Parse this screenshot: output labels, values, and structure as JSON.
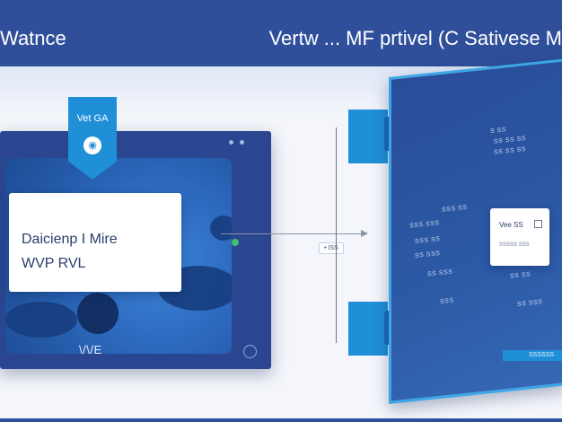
{
  "header": {
    "left_title": "Watnce",
    "right_title": "Vertw ... MF prtivel (C Sativese M"
  },
  "left_window": {
    "tag_label": "Vet GA",
    "tag_icon": "record-icon",
    "card_title": "Daicienp I Mire",
    "card_subtitle": "WVP RVL",
    "bottom_label": "\\/\\/E"
  },
  "middle": {
    "chip_label": "• ISS"
  },
  "right_panel": {
    "header_lines": [
      "S SS",
      "SS SS SS",
      "SS SS SS"
    ],
    "rows": [
      "SSS SS",
      "SSS SSS",
      "SSS SS",
      "SS SSS",
      "SS SSS",
      "SS SS",
      "SSS",
      "SS SSS"
    ],
    "card_title": "Vee SS",
    "card_sub": "SSSSS SSS",
    "badge": "SSSSSS"
  },
  "colors": {
    "brand": "#2f4f9b",
    "accent": "#1f8fd8",
    "panel_border": "#3aa6e6"
  }
}
